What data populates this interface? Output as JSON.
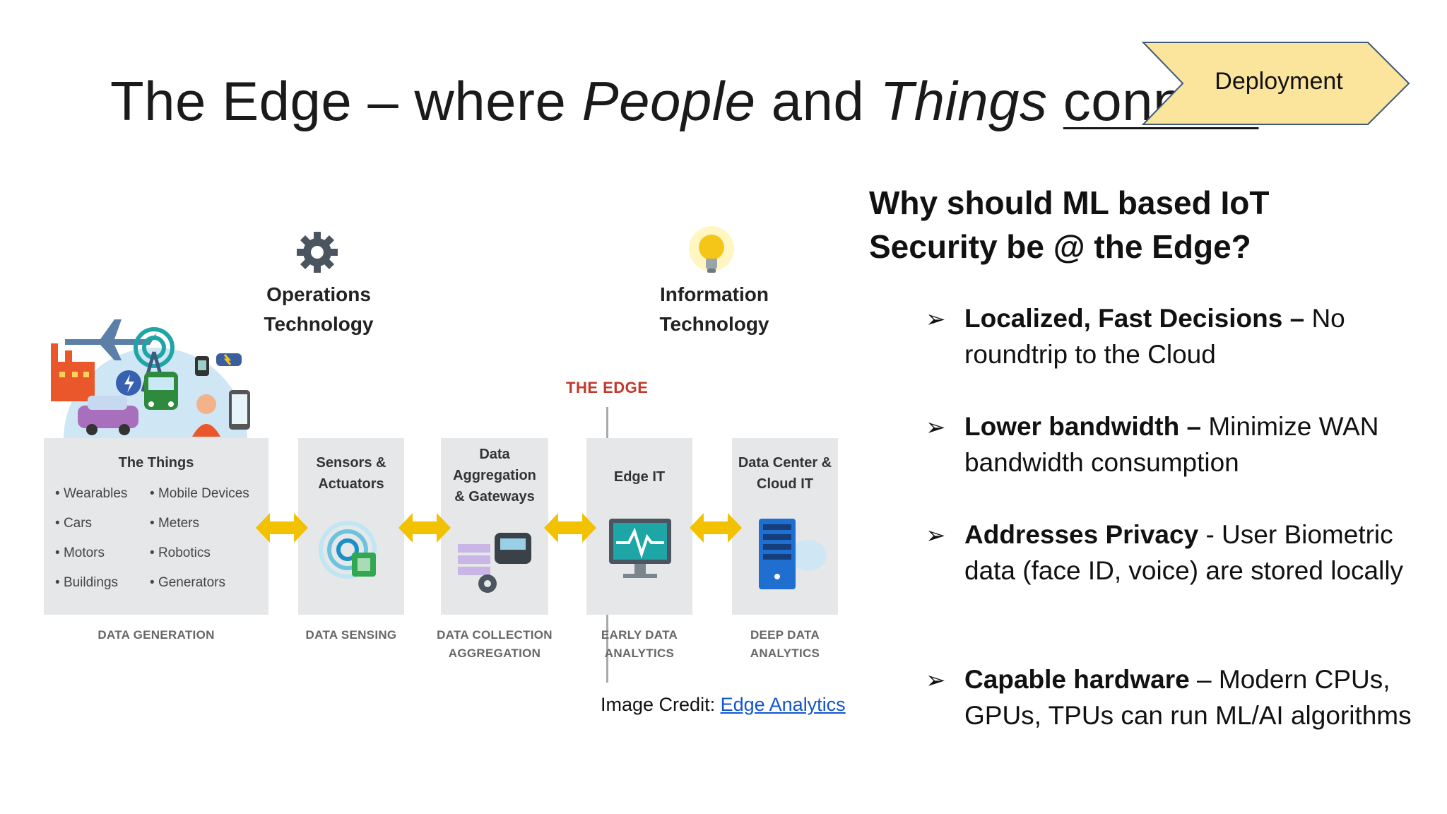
{
  "slide": {
    "title_part1": "The Edge – where ",
    "title_people": "People",
    "title_and": " and ",
    "title_things": "Things",
    "title_space": " ",
    "title_connect": "connect",
    "badge": "Deployment"
  },
  "diagram": {
    "ot_heading_line1": "Operations",
    "ot_heading_line2": "Technology",
    "it_heading_line1": "Information",
    "it_heading_line2": "Technology",
    "edge_label": "THE EDGE",
    "things_title": "The Things",
    "things_left": [
      "Wearables",
      "Cars",
      "Motors",
      "Buildings"
    ],
    "things_right": [
      "Mobile Devices",
      "Meters",
      "Robotics",
      "Generators"
    ],
    "sensors_label_line1": "Sensors &",
    "sensors_label_line2": "Actuators",
    "agg_label_line1": "Data",
    "agg_label_line2": "Aggregation",
    "agg_label_line3": "& Gateways",
    "edgeit_label": "Edge IT",
    "dc_label_line1": "Data Center &",
    "dc_label_line2": "Cloud IT",
    "captions": {
      "gen": "DATA GENERATION",
      "sensing": "DATA SENSING",
      "collection_line1": "DATA COLLECTION",
      "collection_line2": "AGGREGATION",
      "early_line1": "EARLY DATA",
      "early_line2": "ANALYTICS",
      "deep_line1": "DEEP DATA",
      "deep_line2": "ANALYTICS"
    },
    "colors": {
      "arrow": "#f2c200",
      "box": "#e6e7e8",
      "edge_red": "#c0392b",
      "teal": "#1ea6a6"
    }
  },
  "credit": {
    "prefix": "Image Credit: ",
    "link_text": "Edge Analytics"
  },
  "right": {
    "question": "Why should ML based IoT Security be @ the Edge?",
    "points": [
      {
        "bold": "Localized, Fast Decisions –",
        "rest": " No roundtrip to the Cloud"
      },
      {
        "bold": "Lower bandwidth –",
        "rest": " Minimize WAN bandwidth consumption"
      },
      {
        "bold": "Addresses Privacy ",
        "rest": " - User Biometric data (face ID, voice) are stored locally"
      },
      {
        "bold": "Capable hardware",
        "rest": " – Modern CPUs, GPUs, TPUs can run ML/AI algorithms"
      }
    ],
    "bullet_glyph": "➢"
  }
}
